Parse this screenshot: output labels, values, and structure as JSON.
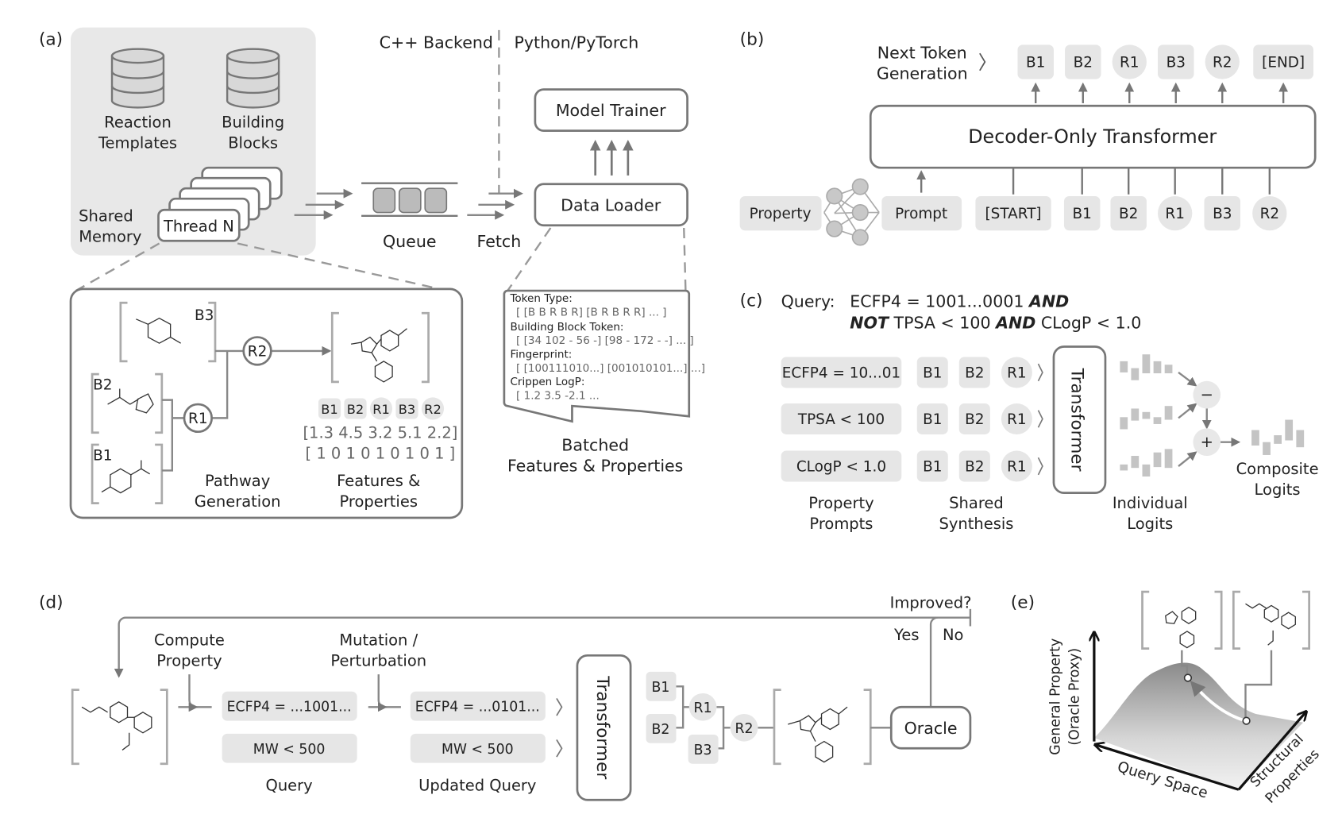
{
  "panel_labels": {
    "a": "(a)",
    "b": "(b)",
    "c": "(c)",
    "d": "(d)",
    "e": "(e)"
  },
  "panel_a": {
    "db1": [
      "Reaction",
      "Templates"
    ],
    "db2": [
      "Building",
      "Blocks"
    ],
    "shared_memory": [
      "Shared",
      "Memory"
    ],
    "thread": "Thread N",
    "backend_cpp": "C++ Backend",
    "backend_py": "Python/PyTorch",
    "queue": "Queue",
    "fetch": "Fetch",
    "model_trainer": "Model Trainer",
    "data_loader": "Data Loader",
    "blocks": {
      "b1": "B1",
      "b2": "B2",
      "b3": "B3",
      "r1": "R1",
      "r2": "R2"
    },
    "tokens": [
      "B1",
      "B2",
      "R1",
      "B3",
      "R2"
    ],
    "features_values": "[1.3 4.5 3.2 5.1 2.2]",
    "features_bits": "[ 1 0 1 0 1 0 1 0 1 ]",
    "pathway_generation": [
      "Pathway",
      "Generation"
    ],
    "features_properties": [
      "Features &",
      "Properties"
    ],
    "batch_doc": [
      {
        "key": "Token Type:",
        "value": "[ [B B R B R] [B R B R R] ... ]"
      },
      {
        "key": "Building Block Token:",
        "value": "[ [34 102 - 56 -] [98 - 172 - -] ... ]"
      },
      {
        "key": "Fingerprint:",
        "value": "[ [100111010...] [001010101...] ...]"
      },
      {
        "key": "Crippen LogP:",
        "value": "[ 1.2 3.5 -2.1 ..."
      }
    ],
    "batched": [
      "Batched",
      "Features & Properties"
    ]
  },
  "panel_b": {
    "next_token": [
      "Next Token",
      "Generation"
    ],
    "output_tokens": [
      "B1",
      "B2",
      "R1",
      "B3",
      "R2",
      "[END]"
    ],
    "transformer": "Decoder-Only Transformer",
    "property": "Property",
    "prompt": "Prompt",
    "input_tokens": [
      "[START]",
      "B1",
      "B2",
      "R1",
      "B3",
      "R2"
    ]
  },
  "panel_c": {
    "query_label": "Query:",
    "query_line1_a": "ECFP4 = 1001...0001 ",
    "query_line1_b": "AND",
    "query_line2_a": "NOT",
    "query_line2_b": " TPSA < 100 ",
    "query_line2_c": "AND",
    "query_line2_d": " CLogP < 1.0",
    "prompts": [
      "ECFP4 = 10...01",
      "TPSA < 100",
      "CLogP < 1.0"
    ],
    "synthesis_tokens": [
      "B1",
      "B2",
      "R1"
    ],
    "transformer": "Transformer",
    "minus": "−",
    "plus": "+",
    "property_prompts": [
      "Property",
      "Prompts"
    ],
    "shared_synthesis": [
      "Shared",
      "Synthesis"
    ],
    "individual_logits": [
      "Individual",
      "Logits"
    ],
    "composite_logits": [
      "Composite",
      "Logits"
    ]
  },
  "panel_d": {
    "improved": "Improved?",
    "yes": "Yes",
    "no": "No",
    "compute_property": [
      "Compute",
      "Property"
    ],
    "mutation": [
      "Mutation /",
      "Perturbation"
    ],
    "query": [
      "ECFP4 = ...1001...",
      "MW < 500"
    ],
    "updated_query": [
      "ECFP4 = ...0101...",
      "MW < 500"
    ],
    "query_label": "Query",
    "updated_query_label": "Updated Query",
    "transformer": "Transformer",
    "tokens": {
      "b1": "B1",
      "b2": "B2",
      "b3": "B3",
      "r1": "R1",
      "r2": "R2"
    },
    "oracle": "Oracle"
  },
  "panel_e": {
    "y_axis": [
      "General Property",
      "(Oracle Proxy)"
    ],
    "x_axis": "Query Space",
    "z_axis": [
      "Structural",
      "Properties"
    ]
  }
}
